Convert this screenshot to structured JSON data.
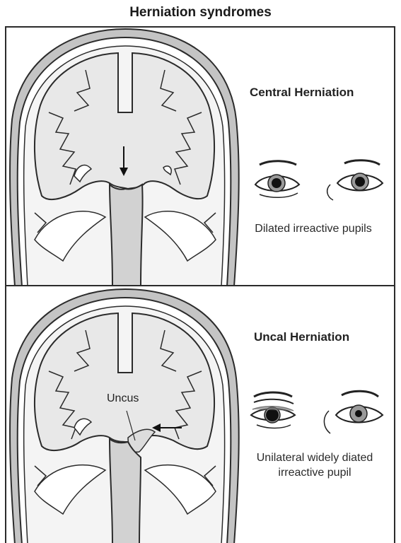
{
  "title": "Herniation syndromes",
  "panels": [
    {
      "heading": "Central Herniation",
      "caption": "Dilated irreactive pupils",
      "arrow_direction": "down"
    },
    {
      "heading": "Uncal Herniation",
      "caption_line1": "Unilateral widely diated",
      "caption_line2": "irreactive pupil",
      "structure_label": "Uncus",
      "arrow_direction": "left"
    }
  ],
  "colors": {
    "brain_fill": "#e9e9e9",
    "stem_fill": "#d4d4d4",
    "outline": "#2b2b2b",
    "skull": "#bdbdbd"
  }
}
